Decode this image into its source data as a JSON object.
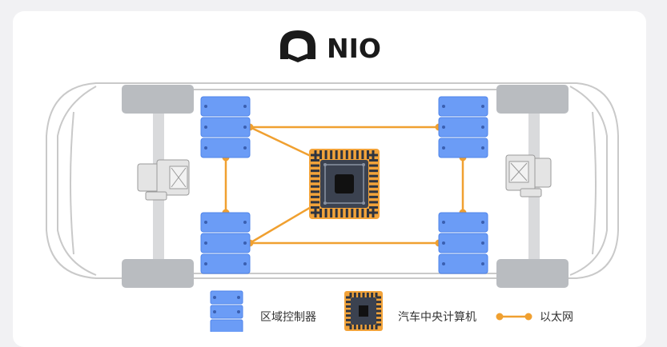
{
  "brand": {
    "name": "NIO"
  },
  "legend": {
    "zone_controller": "区域控制器",
    "central_computer": "汽车中央计算机",
    "ethernet": "以太网"
  },
  "colors": {
    "zone_block": "#6b9cf6",
    "zone_block_edge": "#4f84ea",
    "ethernet": "#f0a030",
    "chip_frame": "#f2a33a",
    "chip_core": "#2e3440",
    "tire": "#b9bcc0",
    "car_outline": "#c8c8c8"
  }
}
